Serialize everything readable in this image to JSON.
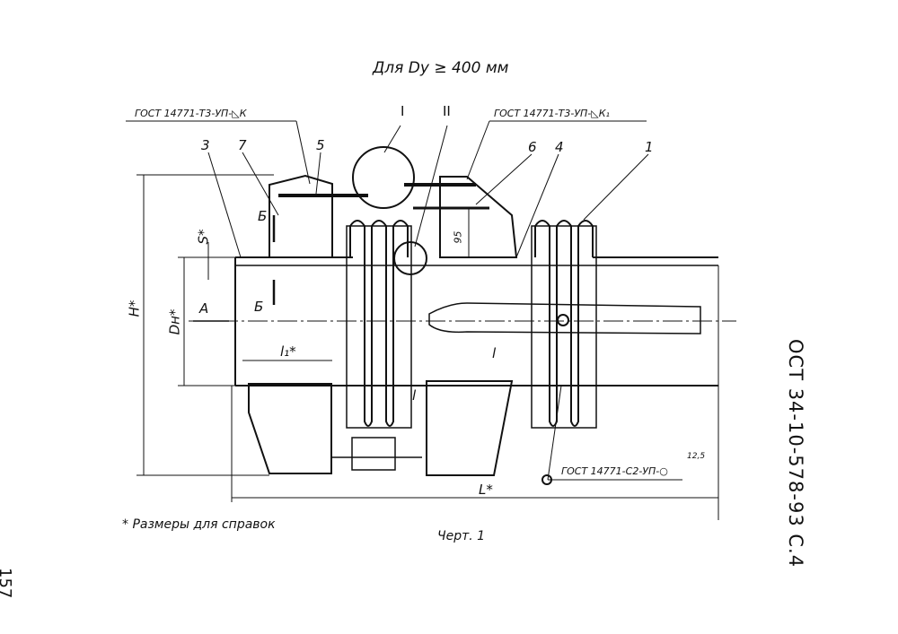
{
  "title": "Для Dy ≥ 400 мм",
  "weld_left": "ГОСТ 14771-Т3-УП-◺К",
  "weld_right": "ГОСТ 14771-Т3-УП-◺К₁",
  "weld_bottom": "ГОСТ 14771-С2-УП-○",
  "roughness": "12,5",
  "views": {
    "I": "I",
    "II": "II"
  },
  "callouts": [
    "3",
    "7",
    "5",
    "6",
    "4",
    "1"
  ],
  "dims": {
    "H": "H*",
    "Dn": "Dн*",
    "S": "S*",
    "A": "A",
    "B1": "Б",
    "B2": "Б",
    "l1": "l₁*",
    "l_a": "l",
    "l_b": "l",
    "L": "L*",
    "d95": "95"
  },
  "footnote": "* Размеры для справок",
  "caption": "Черт. 1",
  "side_code": "ОСТ 34-10-578-93 С.4",
  "page_number": "157"
}
